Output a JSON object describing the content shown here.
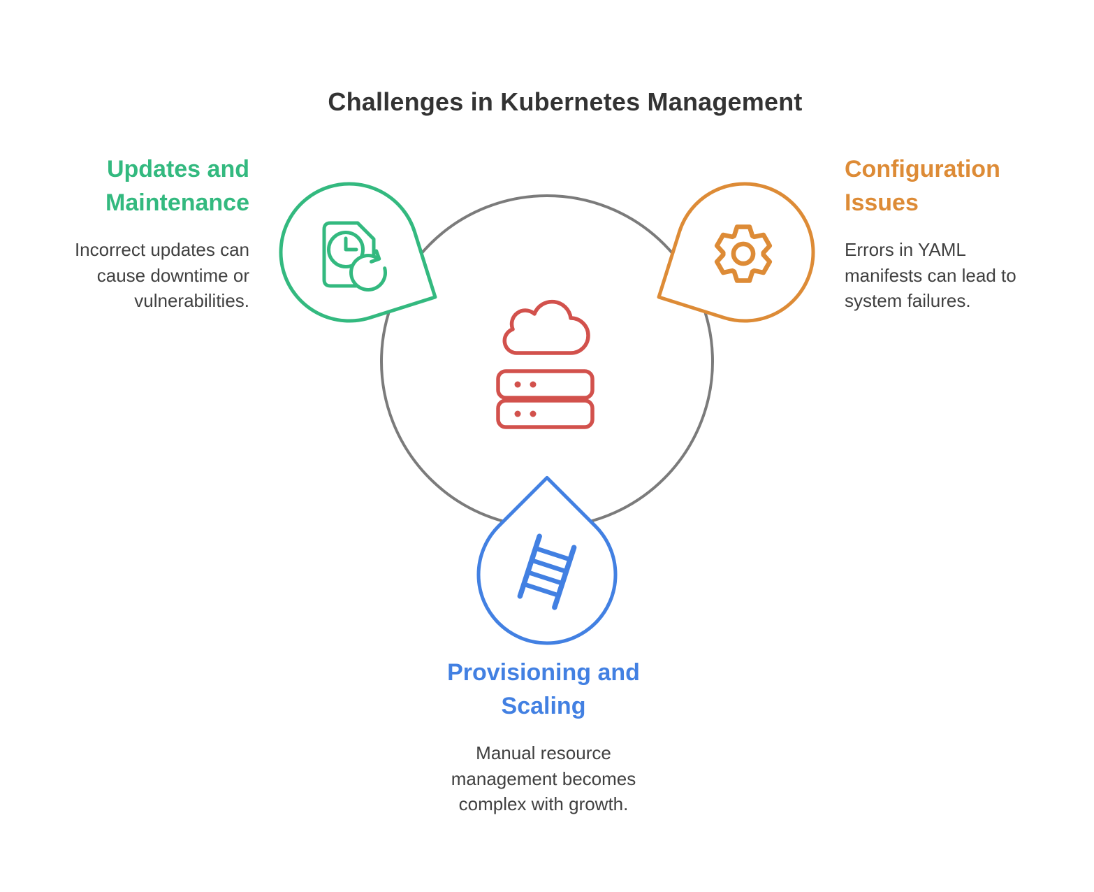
{
  "title": "Challenges in Kubernetes Management",
  "panels": [
    {
      "id": "updates-maintenance",
      "position": "top-left",
      "heading_lines": [
        "Updates and",
        "Maintenance"
      ],
      "body_lines": [
        "Incorrect updates can",
        "cause downtime or",
        "vulnerabilities."
      ],
      "color": "#33b97f",
      "icon": "document-refresh-icon",
      "pin_shape": "teardrop-pointing-bottom-right"
    },
    {
      "id": "configuration-issues",
      "position": "top-right",
      "heading_lines": [
        "Configuration",
        "Issues"
      ],
      "body_lines": [
        "Errors in YAML",
        "manifests can lead to",
        "system failures."
      ],
      "color": "#dd8b36",
      "icon": "gear-icon",
      "pin_shape": "teardrop-pointing-bottom-left"
    },
    {
      "id": "provisioning-scaling",
      "position": "bottom",
      "heading_lines": [
        "Provisioning and",
        "Scaling"
      ],
      "body_lines": [
        "Manual resource",
        "management becomes",
        "complex with growth."
      ],
      "color": "#4280e2",
      "icon": "ladder-icon",
      "pin_shape": "teardrop-pointing-up"
    }
  ],
  "center": {
    "icons": [
      "cloud-icon",
      "server-stack-icon"
    ],
    "color": "#d2514c",
    "ring_color": "#7b7b7b"
  }
}
